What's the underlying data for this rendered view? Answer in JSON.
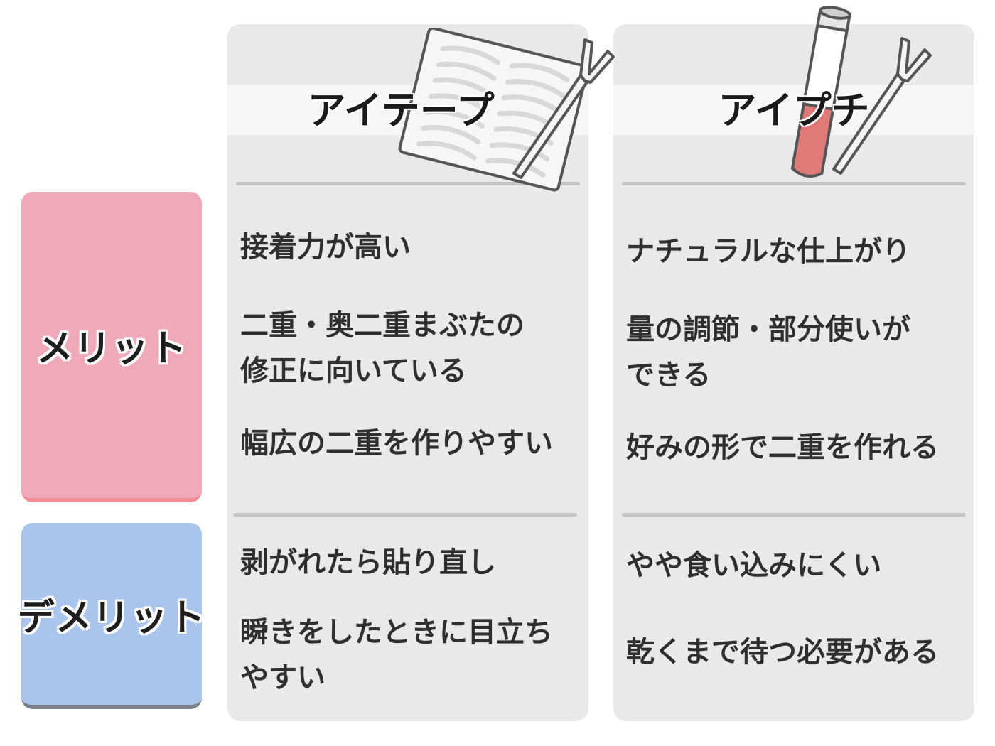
{
  "rows": {
    "merit_label": "メリット",
    "demerit_label": "デメリット"
  },
  "columns": {
    "tape": {
      "title": "アイテープ",
      "merits": [
        [
          "接着力が高い"
        ],
        [
          "二重・奥二重まぶたの",
          "修正に向いている"
        ],
        [
          "幅広の二重を作りやすい"
        ]
      ],
      "demerits": [
        [
          "剥がれたら貼り直し"
        ],
        [
          "瞬きをしたときに目立ち",
          "やすい"
        ]
      ]
    },
    "puchi": {
      "title": "アイプチ",
      "merits": [
        [
          "ナチュラルな仕上がり"
        ],
        [
          "量の調節・部分使いが",
          "できる"
        ],
        [
          "好みの形で二重を作れる"
        ]
      ],
      "demerits": [
        [
          "やや食い込みにくい"
        ],
        [
          "乾くまで待つ必要がある"
        ]
      ]
    }
  },
  "colors": {
    "merit_bg": "#eeaab9",
    "merit_edge": "#f08e96",
    "demerit_bg": "#a9c5ec",
    "demerit_edge": "#7b8088",
    "column_bg": "#e9e9e9",
    "divider": "#c4c4c4",
    "glue_red": "#e07a78"
  },
  "icons": {
    "tape": "eyelid-tape-sheet-icon",
    "tape_tool": "y-pusher-stick-icon",
    "puchi": "glue-bottle-icon",
    "puchi_tool": "y-pusher-stick-icon"
  }
}
